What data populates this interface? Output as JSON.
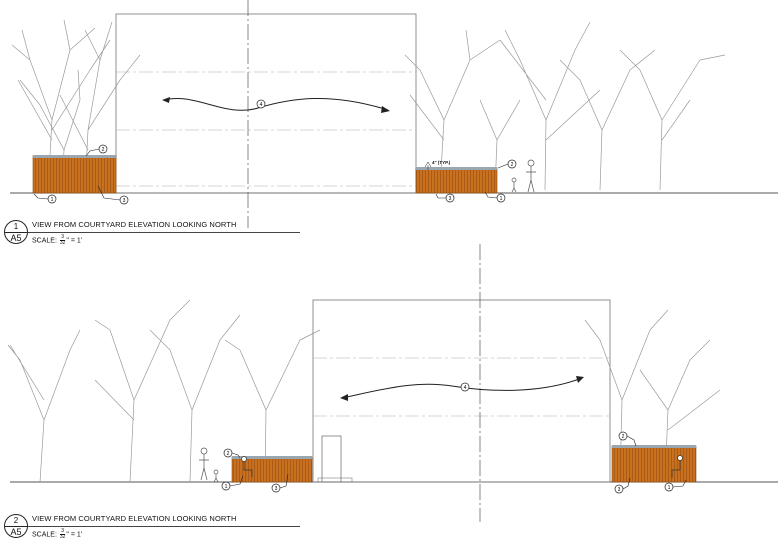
{
  "views": [
    {
      "number": "1",
      "sheet": "A5",
      "title": "VIEW FROM COURTYARD ELEVATION LOOKING NORTH",
      "scale_label": "SCALE:",
      "scale_num": "3",
      "scale_den": "32",
      "scale_suffix": "\" = 1'",
      "callouts": [
        "1",
        "2",
        "3",
        "4"
      ],
      "dimension_note": "4\" (TYP.)"
    },
    {
      "number": "2",
      "sheet": "A5",
      "title": "VIEW FROM COURTYARD ELEVATION LOOKING NORTH",
      "scale_label": "SCALE:",
      "scale_num": "3",
      "scale_den": "32",
      "scale_suffix": "\" = 1'",
      "callouts": [
        "1",
        "2",
        "3",
        "4"
      ]
    }
  ],
  "colors": {
    "line": "#555555",
    "tree": "#9a9a9a",
    "planter": "#c9701f",
    "planter_slat": "#8a4a12",
    "planter_cap": "#9aa7b0",
    "dashed": "#aaaaaa"
  }
}
